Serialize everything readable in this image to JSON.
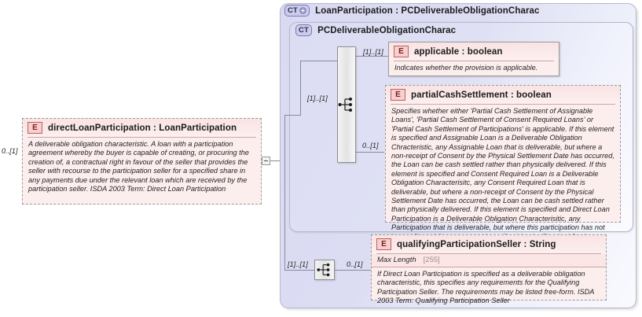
{
  "diagram": {
    "type": "xsd-schema-diagram"
  },
  "left_element": {
    "badge": "E",
    "title": "directLoanParticipation : LoanParticipation",
    "cardinality": "0..[1]",
    "description": "A deliverable obligation characteristic. A loan with a participation agreement whereby the buyer is capable of creating, or procuring the creation of, a contractual right in favour of the seller that provides the seller with recourse to the participation seller for a specified share in any payments due under the relevant loan which are received by the participation seller. ISDA 2003 Term: Direct Loan Participation"
  },
  "outer_panel": {
    "badge": "CT",
    "badge_icon": "complex-type-expand-icon",
    "title": "LoanParticipation : PCDeliverableObligationCharac"
  },
  "inner_panel": {
    "badge": "CT",
    "title": "PCDeliverableObligationCharac"
  },
  "compositors": {
    "upper": {
      "icon": "sequence-icon",
      "cardinality": "[1]..[1]"
    },
    "lower": {
      "icon": "sequence-icon",
      "cardinality": "[1]..[1]"
    }
  },
  "elements": [
    {
      "badge": "E",
      "title": "applicable : boolean",
      "cardinality": "[1]..[1]",
      "description": "Indicates whether the provision is applicable."
    },
    {
      "badge": "E",
      "title": "partialCashSettlement : boolean",
      "cardinality": "0..[1]",
      "description": "Specifies whether either 'Partial Cash Settlement of Assignable Loans', 'Partial Cash Settlement of Consent Required Loans' or 'Partial Cash Settlement of Participations' is applicable. If this element is specified and Assignable Loan is a Deliverable Obligation Chracteristic, any Assignable Loan that is deliverable, but where a non-receipt of Consent by the Physical Settlement Date has occurred, the Loan can be cash settled rather than physically delivered. If this element is specified and Consent Required Loan is a Deliverable Obligation Characterisitc, any Consent Required Loan that is deliverable, but where a non-receipt of Consent by the Physical Settlement Date has occurred, the Loan can be cash settled rather than physically delivered. If this element is specified and Direct Loan Participation is a Deliverable Obligation Characterisitic, any Participation that is deliverable, but where this participation has not been effected (has not come into effect) by the Physical Settlement Date, the p"
    },
    {
      "badge": "E",
      "title": "qualifyingParticipationSeller : String",
      "cardinality": "0..[1]",
      "facet_name": "Max Length",
      "facet_value": "[255]",
      "description": "If Direct Loan Participation is specified as a deliverable obligation characteristic, this specifies any requirements for the Qualifying Participation Seller. The requirements may be listed free-form. ISDA 2003 Term: Qualifying Participation Seller"
    }
  ],
  "colors": {
    "element_fill": "#fdeeee",
    "element_border": "#9a9a9a",
    "panel_fill": "#dcddf3",
    "panel_border": "#b7b7c9",
    "badge_e_fill": "#f7cfcf",
    "badge_ct_fill": "#ccccea"
  }
}
